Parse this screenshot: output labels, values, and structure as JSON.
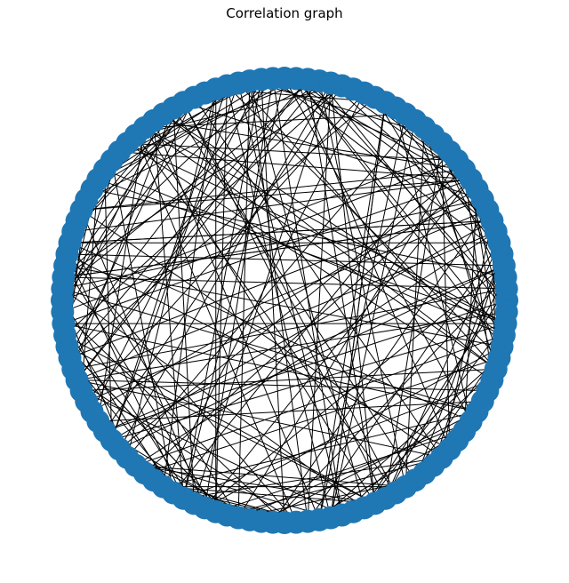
{
  "title": "Correlation graph",
  "graph": {
    "layout": "circular",
    "node_count": 120,
    "edge_count": 260,
    "node_color": "#1f77b4",
    "edge_color": "#000000",
    "node_labels_visible": false
  }
}
